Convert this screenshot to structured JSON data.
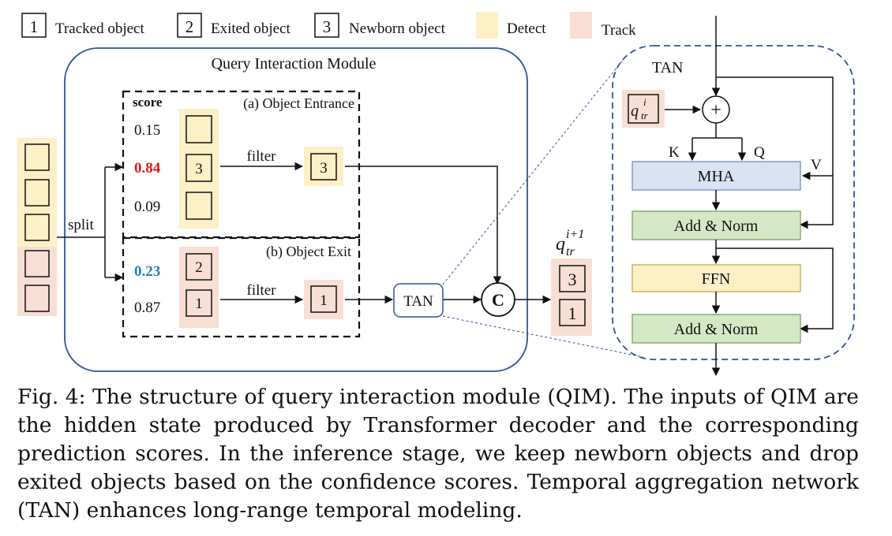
{
  "legend": {
    "tracked_num": "1",
    "tracked_label": "Tracked object",
    "exited_num": "2",
    "exited_label": "Exited object",
    "newborn_num": "3",
    "newborn_label": "Newborn object",
    "detect_label": "Detect",
    "track_label": "Track"
  },
  "qim": {
    "title": "Query Interaction Module",
    "split_label": "split",
    "entrance": {
      "title": "(a) Object Entrance",
      "score_header": "score",
      "scores": [
        "0.15",
        "0.84",
        "0.09"
      ],
      "box_labels": [
        "",
        "3",
        ""
      ],
      "filter_label": "filter",
      "output_label": "3"
    },
    "exit": {
      "title": "(b) Object Exit",
      "scores": [
        "0.23",
        "0.87"
      ],
      "box_labels": [
        "2",
        "1"
      ],
      "filter_label": "filter",
      "output_label": "1"
    },
    "tan_label": "TAN",
    "concat_label": "C",
    "output_query_label": "q",
    "output_query_sup": "i+1",
    "output_query_sub": "tr",
    "output_boxes": [
      "3",
      "1"
    ]
  },
  "tan_detail": {
    "title": "TAN",
    "query_label": "q",
    "query_sup": "i",
    "query_sub": "tr",
    "plus_symbol": "+",
    "k_label": "K",
    "q_label": "Q",
    "v_label": "V",
    "mha_label": "MHA",
    "add_norm_1": "Add & Norm",
    "ffn_label": "FFN",
    "add_norm_2": "Add & Norm"
  },
  "colors": {
    "detect": "#fdf0c6",
    "track": "#f9ded3",
    "mha": "#dae3f3",
    "add_norm": "#d5e8c5",
    "ffn": "#fdf0c6",
    "high_score": "#e11919",
    "low_track_score": "#1f7fc4",
    "frame": "#2f5597"
  },
  "caption": "Fig. 4: The structure of query interaction module (QIM). The inputs of QIM are the hidden state produced by Transformer decoder and the corresponding prediction scores. In the inference stage, we keep newborn objects and drop exited objects based on the confidence scores. Temporal aggregation network (TAN) enhances long-range temporal modeling."
}
